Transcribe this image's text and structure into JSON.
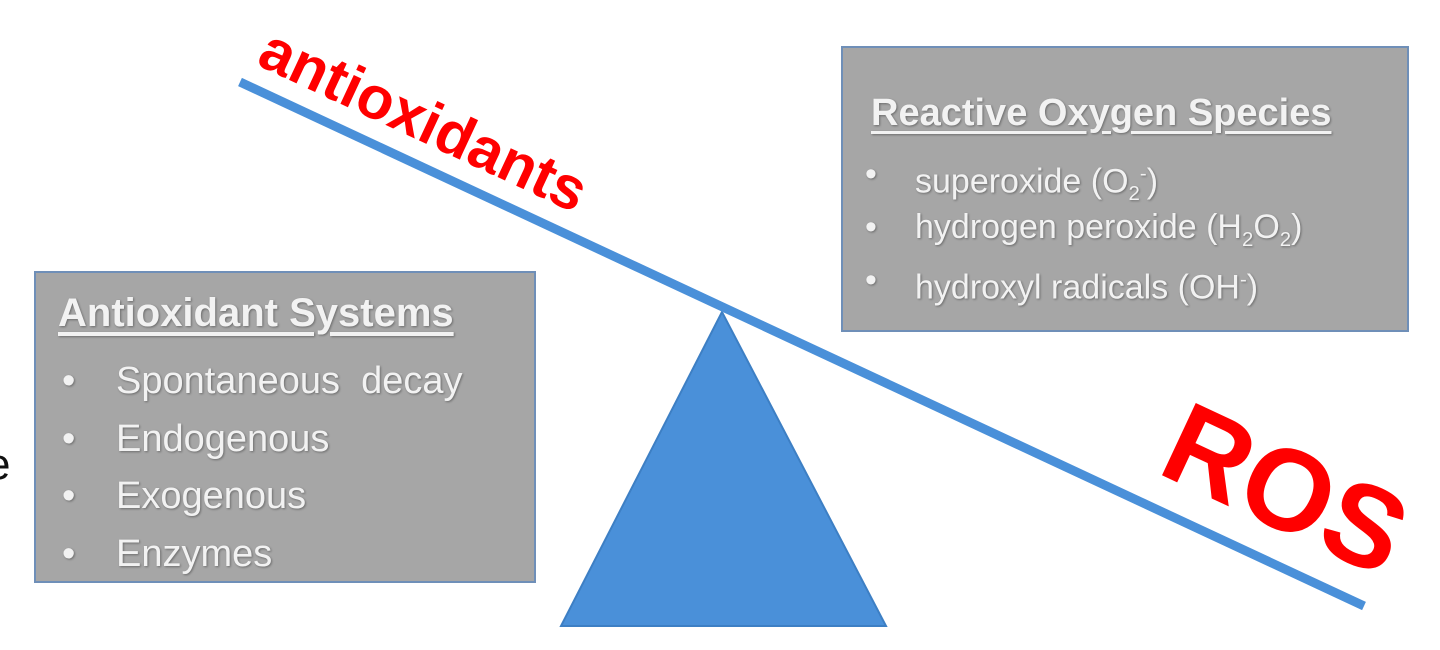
{
  "colors": {
    "beam": "#4a90d9",
    "fulcrum": "#4a90d9",
    "label_red": "#ff0000",
    "box_fill": "#a6a6a6",
    "box_border": "#6f8fb8",
    "box_text": "#f2f2f2"
  },
  "beam_labels": {
    "left": "antioxidants",
    "right": "ROS"
  },
  "antioxidant_box": {
    "title": "Antioxidant Systems",
    "items": [
      "Spontaneous  decay",
      "Endogenous",
      "Exogenous",
      "Enzymes"
    ]
  },
  "ros_box": {
    "title": "Reactive Oxygen Species",
    "items": [
      {
        "name": "superoxide (O",
        "sub": "2",
        "sup": "-",
        "tail": ")"
      },
      {
        "name": "hydrogen peroxide (H",
        "sub": "2",
        "mid": "O",
        "sub2": "2",
        "tail": ")"
      },
      {
        "name": "hydroxyl radicals (OH",
        "sup": "-",
        "tail": ")"
      }
    ]
  },
  "edge_text": "e"
}
